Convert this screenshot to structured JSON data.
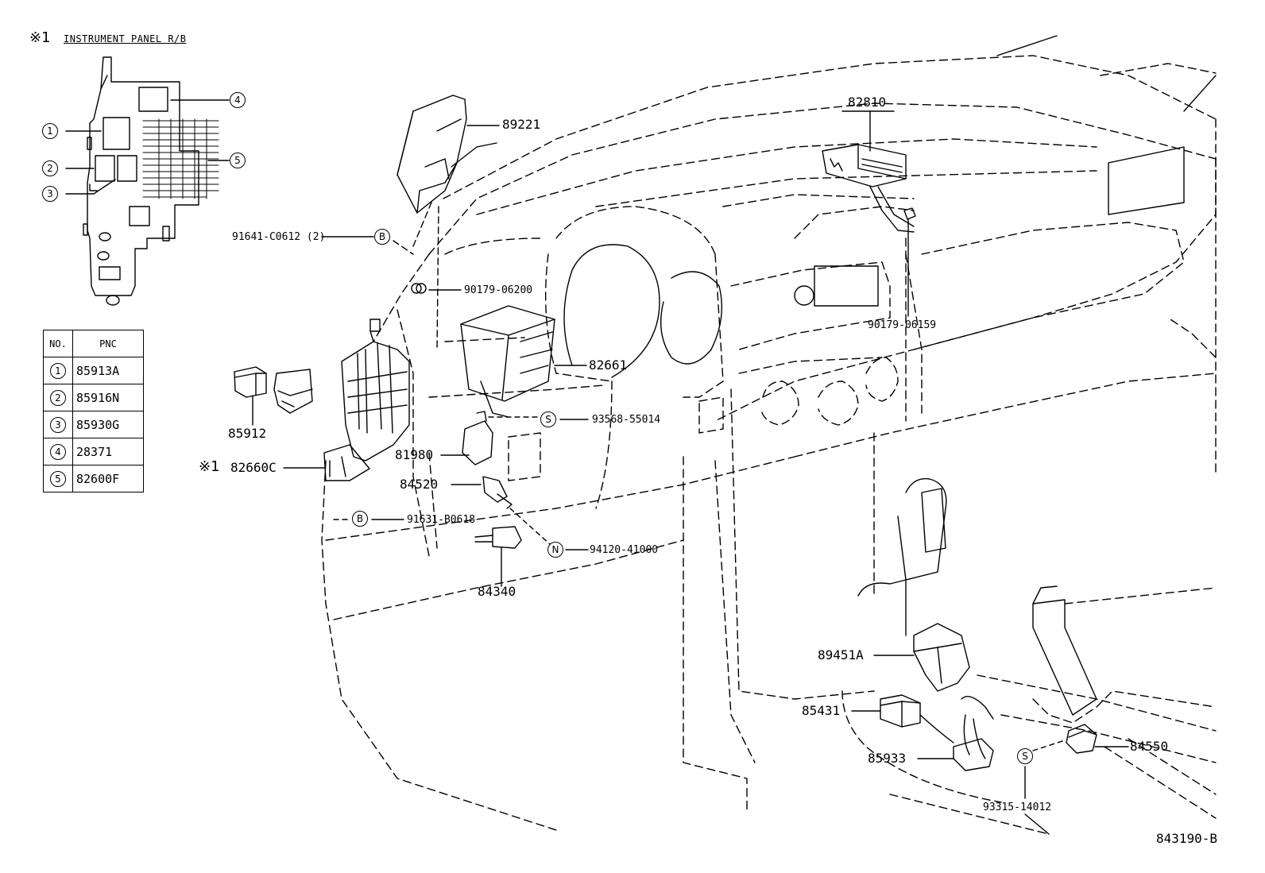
{
  "header": {
    "ref_mark": "※1",
    "title": "INSTRUMENT PANEL R/B"
  },
  "inset_callouts": [
    "1",
    "2",
    "3",
    "4",
    "5"
  ],
  "table": {
    "headers": [
      "NO.",
      "PNC"
    ],
    "rows": [
      {
        "no": "1",
        "pnc": "85913A"
      },
      {
        "no": "2",
        "pnc": "85916N"
      },
      {
        "no": "3",
        "pnc": "85930G"
      },
      {
        "no": "4",
        "pnc": "28371"
      },
      {
        "no": "5",
        "pnc": "82600F"
      }
    ]
  },
  "part_labels": {
    "p89221": "89221",
    "p91641": "91641-C0612 (2)",
    "p90179a": "90179-06200",
    "p82810": "82810",
    "p90179b": "90179-06159",
    "p82661": "82661",
    "p93568": "93568-55014",
    "p85912": "85912",
    "p81980": "81980",
    "p82660c_mark": "※1",
    "p82660c": "82660C",
    "p84520": "84520",
    "p91631": "91631-B0618",
    "p94120": "94120-41000",
    "p84340": "84340",
    "p89451a": "89451A",
    "p85431": "85431",
    "p85933": "85933",
    "p84550": "84550",
    "p93315": "93315-14012"
  },
  "symbols": {
    "b": "B",
    "s": "S",
    "n": "N"
  },
  "figure_code": "843190-B"
}
